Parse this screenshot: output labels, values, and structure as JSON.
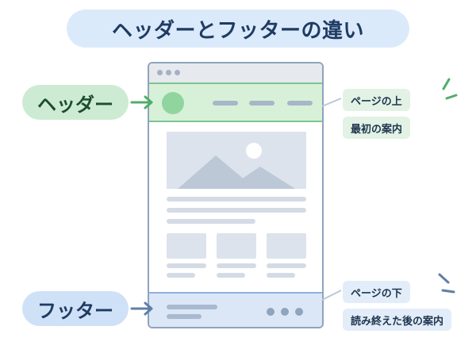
{
  "title": "ヘッダーとフッターの違い",
  "header_label": "ヘッダー",
  "footer_label": "フッター",
  "header_notes": [
    "ページの上",
    "最初の案内"
  ],
  "footer_notes": [
    "ページの下",
    "読み終えた後の案内"
  ],
  "colors": {
    "header_green": "#cdebd3",
    "footer_blue": "#cfe1f7",
    "title_blue": "#dbeafb",
    "text_dark": "#1f3b63"
  }
}
